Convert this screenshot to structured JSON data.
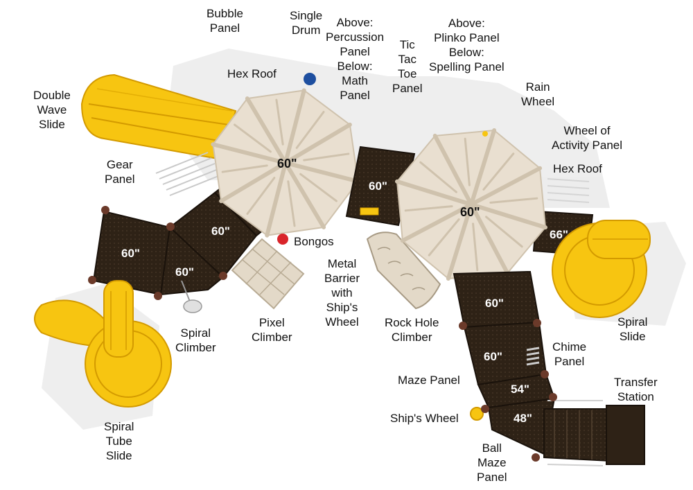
{
  "colors": {
    "deck": "#2e2216",
    "deck_edge": "#1a120b",
    "roof": "#e9dfd0",
    "roof_rib": "#cfc2ad",
    "slide": "#f7c511",
    "slide_dark": "#d39a00",
    "post_cap": "#6b3a2a",
    "shadow": "#e6e6e6",
    "drum": "#1e4fa0",
    "bongo": "#d9242a"
  },
  "deck_heights": {
    "left_upper": "60\"",
    "left_center": "60\"",
    "left_lower": "60\"",
    "roof_left": "60\"",
    "bridge": "60\"",
    "roof_right": "60\"",
    "right_arm": "66\"",
    "tower_upper": "60\"",
    "tower_mid": "60\"",
    "tower_54": "54\"",
    "tower_48": "48\""
  },
  "labels": {
    "bubble_panel": [
      "Bubble",
      "Panel"
    ],
    "single_drum": [
      "Single",
      "Drum"
    ],
    "percussion": [
      "Above:",
      "Percussion",
      "Panel",
      "Below:",
      "Math",
      "Panel"
    ],
    "tic_tac_toe": [
      "Tic",
      "Tac",
      "Toe",
      "Panel"
    ],
    "plinko": [
      "Above:",
      "Plinko Panel",
      "Below:",
      "Spelling Panel"
    ],
    "hex_roof_left": [
      "Hex Roof"
    ],
    "double_wave_slide": [
      "Double",
      "Wave",
      "Slide"
    ],
    "rain_wheel": [
      "Rain",
      "Wheel"
    ],
    "wheel_of_activity": [
      "Wheel of",
      "Activity Panel"
    ],
    "gear_panel": [
      "Gear",
      "Panel"
    ],
    "hex_roof_right": [
      "Hex Roof"
    ],
    "bongos": [
      "Bongos"
    ],
    "metal_barrier": [
      "Metal",
      "Barrier",
      "with",
      "Ship's",
      "Wheel"
    ],
    "spiral_climber": [
      "Spiral",
      "Climber"
    ],
    "pixel_climber": [
      "Pixel",
      "Climber"
    ],
    "rock_hole_climber": [
      "Rock Hole",
      "Climber"
    ],
    "spiral_slide": [
      "Spiral",
      "Slide"
    ],
    "chime_panel": [
      "Chime",
      "Panel"
    ],
    "maze_panel": [
      "Maze Panel"
    ],
    "transfer_station": [
      "Transfer",
      "Station"
    ],
    "ships_wheel": [
      "Ship's Wheel"
    ],
    "spiral_tube_slide": [
      "Spiral",
      "Tube",
      "Slide"
    ],
    "ball_maze_panel": [
      "Ball",
      "Maze",
      "Panel"
    ]
  }
}
